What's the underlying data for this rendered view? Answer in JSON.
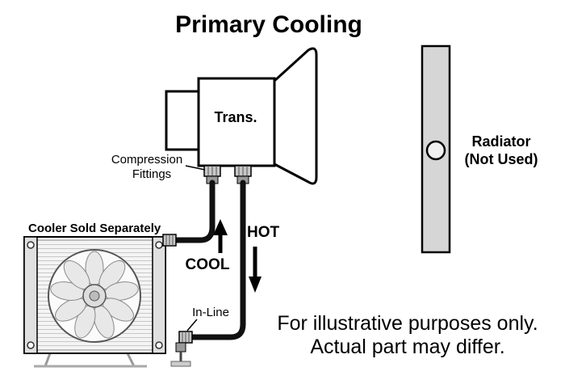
{
  "title": "Primary Cooling",
  "colors": {
    "background": "#ffffff",
    "outline": "#000000",
    "hose": "#111111",
    "radiator_fill": "#d6d6d6",
    "cooler_fill": "#f0f0f0",
    "fitting_fill": "#c8c8c8"
  },
  "transmission": {
    "label": "Trans."
  },
  "labels": {
    "compression_fittings": [
      "Compression",
      "Fittings"
    ],
    "cooler_sold_separately": "Cooler Sold Separately",
    "cool": "COOL",
    "hot": "HOT",
    "in_line": "In-Line",
    "radiator": [
      "Radiator",
      "(Not Used)"
    ],
    "disclaimer": [
      "For illustrative purposes only.",
      "Actual part may differ."
    ]
  }
}
